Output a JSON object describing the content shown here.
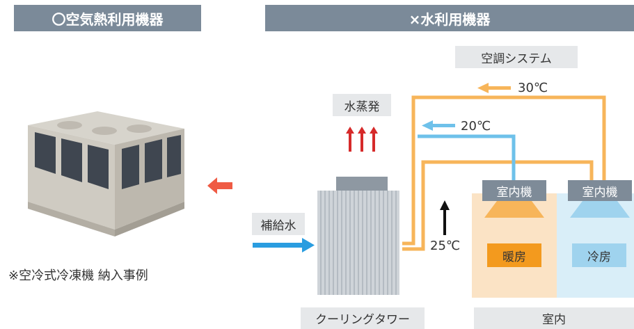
{
  "headers": {
    "left": "〇空気熱利用機器",
    "right": "×水利用機器"
  },
  "colors": {
    "header_bg": "#7b8a99",
    "warm_pipe": "#f7b55a",
    "cool_pipe": "#6ec1ea",
    "heating_box": "#f39a1e",
    "cooling_box": "#9fd3ee",
    "arrow_red": "#d62a2a",
    "arrow_blue": "#2a9de0",
    "arrow_left_red": "#ef5b44"
  },
  "left": {
    "caption": "※空冷式冷凍機  納入事例"
  },
  "diagram": {
    "system_label": "空調システム",
    "vapor_label": "水蒸発",
    "makeup_label": "補給水",
    "tower_label": "クーリングタワー",
    "indoor_label": "室内",
    "temp_30": "30℃",
    "temp_20": "20℃",
    "temp_25": "25℃",
    "unit_left": "室内機",
    "unit_right": "室内機",
    "heating": "暖房",
    "cooling": "冷房"
  }
}
